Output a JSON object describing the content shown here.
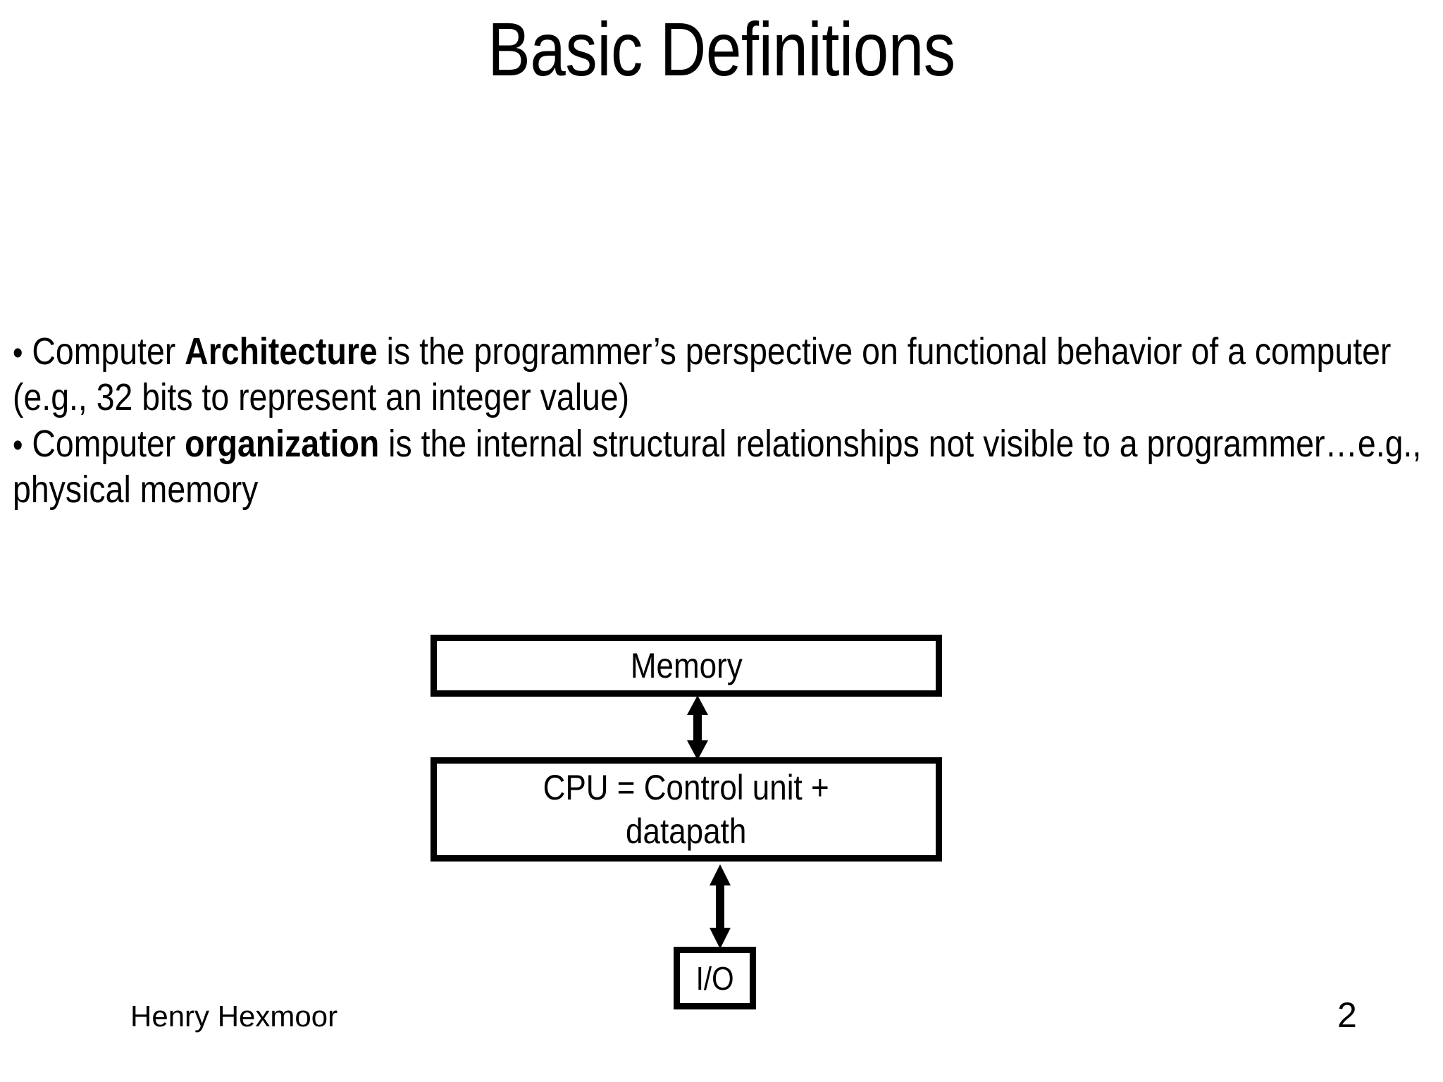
{
  "slide": {
    "title": "Basic Definitions",
    "page_number": "2",
    "author": "Henry Hexmoor",
    "background_color": "#ffffff",
    "text_color": "#000000"
  },
  "body": {
    "bullets": [
      {
        "marker": "•",
        "segments": [
          {
            "text": " Computer ",
            "bold": false
          },
          {
            "text": "Architecture",
            "bold": true
          },
          {
            "text": " is the programmer’s perspective on functional behavior of a computer (e.g., 32 bits to represent an integer value)",
            "bold": false
          }
        ],
        "plain": "• Computer Architecture is the programmer’s perspective on functional behavior of a computer (e.g., 32 bits to represent an integer value)"
      },
      {
        "marker": "•",
        "segments": [
          {
            "text": " Computer ",
            "bold": false
          },
          {
            "text": "organization",
            "bold": true
          },
          {
            "text": " is the internal structural relationships not visible to a programmer…e.g., physical memory",
            "bold": false
          }
        ],
        "plain": "• Computer organization is the internal structural relationships not visible to a programmer…e.g., physical memory"
      }
    ]
  },
  "diagram": {
    "type": "block-diagram",
    "stroke_color": "#000000",
    "fill_color": "#ffffff",
    "boxes": [
      {
        "id": "memory",
        "label": "Memory",
        "lines": [
          "Memory"
        ]
      },
      {
        "id": "cpu",
        "label": "CPU = Control unit + datapath",
        "lines": [
          "CPU = Control unit +",
          "datapath"
        ]
      },
      {
        "id": "io",
        "label": "I/O",
        "lines": [
          "I/O"
        ]
      }
    ],
    "connectors": [
      {
        "id": "memory-cpu",
        "from": "memory",
        "to": "cpu",
        "style": "double-headed-arrow"
      },
      {
        "id": "cpu-io",
        "from": "cpu",
        "to": "io",
        "style": "double-headed-arrow"
      }
    ]
  }
}
